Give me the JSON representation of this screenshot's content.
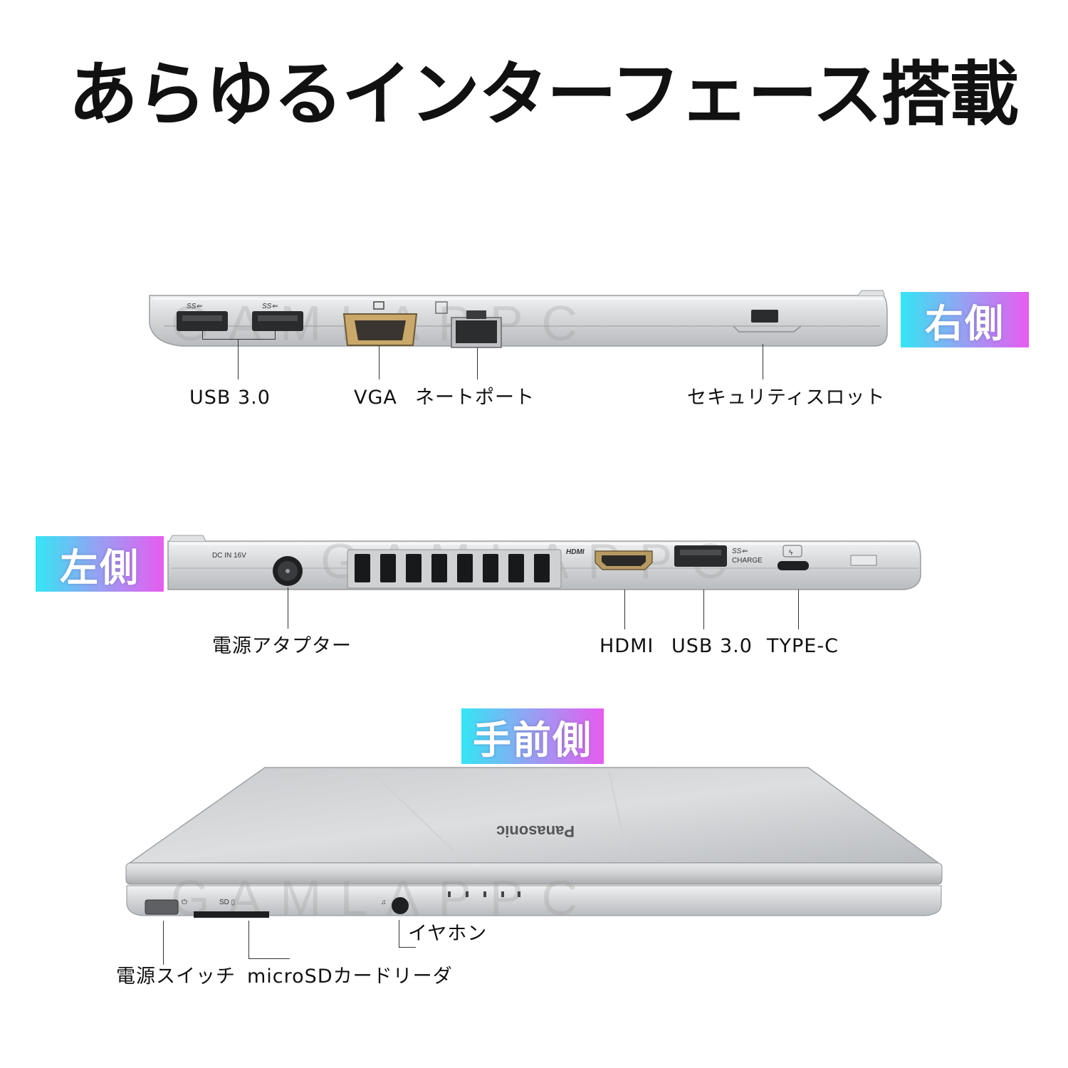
{
  "headline": "あらゆるインターフェース搭載",
  "sections": {
    "right": {
      "badge": "右側"
    },
    "left": {
      "badge": "左側"
    },
    "front": {
      "badge": "手前側"
    }
  },
  "labels": {
    "usb_right": "USB 3.0",
    "vga": "VGA",
    "lan": "ネートポート",
    "security": "セキュリティスロット",
    "power_adapter": "電源アタプター",
    "hdmi": "HDMI",
    "usb_left": "USB 3.0",
    "typec": "TYPE-C",
    "earphone": "イヤホン",
    "power_switch": "電源スイッチ",
    "microsd": "microSDカードリーダ"
  },
  "device_markings": {
    "ss_usb": "SS",
    "dc_in": "DC IN 16V",
    "hdmi_logo": "HDMI",
    "charge": "CHARGE",
    "brand": "Panasonic",
    "watermark": "GAMLAPPC"
  },
  "colors": {
    "badge_gradient": [
      "#33e6f5",
      "#8fa6f3",
      "#e75cf0"
    ],
    "chassis": "#d6d8da"
  }
}
